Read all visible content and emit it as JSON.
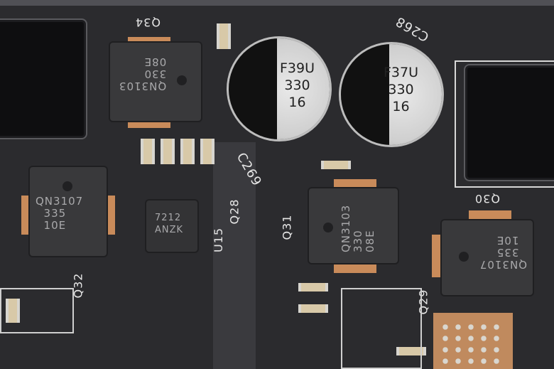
{
  "labels": {
    "q34": "Q34",
    "c268": "C268",
    "c269": "C269",
    "q31": "Q31",
    "u15": "U15",
    "q28": "Q28",
    "q30": "Q30",
    "q32": "Q32",
    "q29": "Q29"
  },
  "capacitors": [
    {
      "code": "F39U",
      "value": "330",
      "voltage": "16"
    },
    {
      "code": "F37U",
      "value": "330",
      "voltage": "16"
    }
  ],
  "mosfets": {
    "q34": {
      "line1": "QN3103",
      "line2": "330",
      "line3": "08E"
    },
    "q32": {
      "line1": "QN3107",
      "line2": "335",
      "line3": "10E"
    },
    "q31": {
      "line1": "QN3103",
      "line2": "330",
      "line3": "08E"
    },
    "q30": {
      "line1": "QN3107",
      "line2": "335",
      "line3": "10E"
    }
  },
  "u15_chip": {
    "line1": "7212",
    "line2": "ANZK"
  }
}
